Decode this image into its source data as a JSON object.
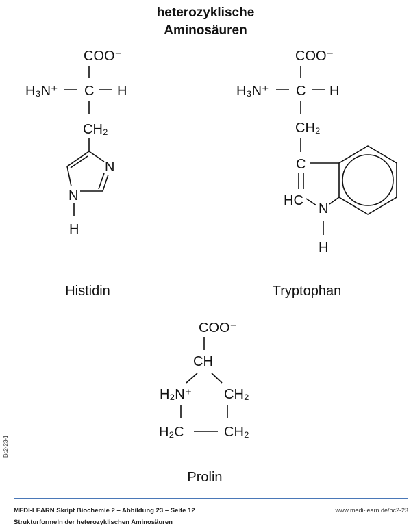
{
  "title": {
    "line1": "heterozyklische",
    "line2": "Aminosäuren"
  },
  "histidine": {
    "name": "Histidin",
    "coo": "COO⁻",
    "amine": "H₃N⁺",
    "calpha": "C",
    "h": "H",
    "ch2": "CH₂",
    "ring_n3": "N",
    "ring_n1": "N",
    "nh": "H"
  },
  "tryptophan": {
    "name": "Tryptophan",
    "coo": "COO⁻",
    "amine": "H₃N⁺",
    "calpha": "C",
    "h": "H",
    "ch2": "CH₂",
    "c3": "C",
    "hc": "HC",
    "n": "N",
    "nh": "H"
  },
  "proline": {
    "name": "Prolin",
    "coo": "COO⁻",
    "ch": "CH",
    "amine": "H₂N⁺",
    "ch2_right": "CH₂",
    "h2c": "H₂C",
    "ch2_bottom": "CH₂"
  },
  "side_label": "Bc2-23-1",
  "footer": {
    "line1": "MEDI-LEARN Skript Biochemie 2 – Abbildung 23 – Seite 12",
    "line2": "Strukturformeln der heterozyklischen Aminosäuren",
    "url": "www.medi-learn.de/bc2-23",
    "rule_color": "#4a78b8"
  }
}
